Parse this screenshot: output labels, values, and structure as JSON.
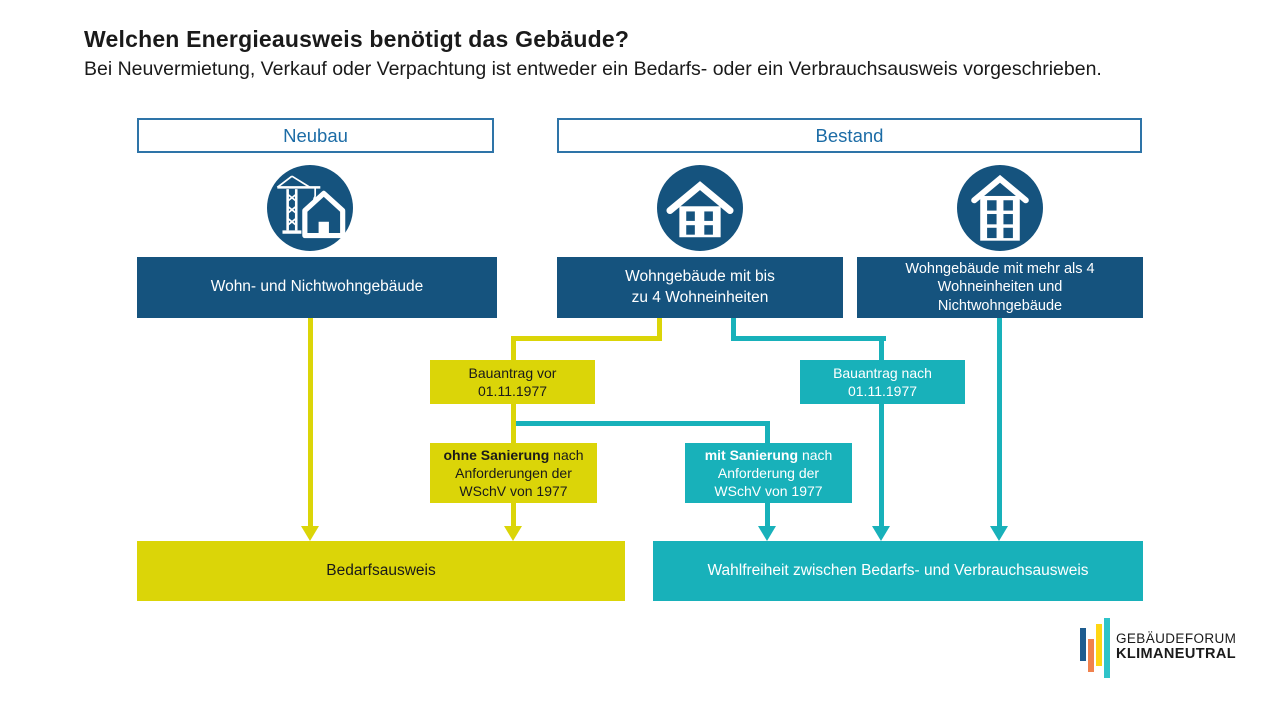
{
  "header": {
    "title": "Welchen Energieausweis benötigt das Gebäude?",
    "subtitle": "Bei Neuvermietung, Verkauf oder Verpachtung ist entweder ein Bedarfs- oder ein Verbrauchsausweis vorgeschrieben."
  },
  "category_headers": {
    "neubau": "Neubau",
    "bestand": "Bestand"
  },
  "icons": {
    "neubau": "construction-crane-house-icon",
    "bestand_small": "house-four-units-icon",
    "bestand_large": "building-many-units-icon"
  },
  "building_nodes": {
    "neubau": {
      "lines": [
        "Wohn- und Nichtwohngebäude"
      ]
    },
    "bestand_klein": {
      "lines": [
        "Wohngebäude mit bis",
        "zu 4 Wohneinheiten"
      ]
    },
    "bestand_gross": {
      "lines": [
        "Wohngebäude mit mehr als 4",
        "Wohneinheiten und",
        "Nichtwohngebäude"
      ]
    }
  },
  "condition_nodes": {
    "bauantrag_vor": {
      "lines": [
        "Bauantrag vor",
        "01.11.1977"
      ]
    },
    "bauantrag_nach": {
      "lines": [
        "Bauantrag nach",
        "01.11.1977"
      ]
    },
    "ohne_sanierung": {
      "bold": "ohne Sanierung",
      "rest": "nach",
      "lines": [
        "Anforderungen der",
        "WSchV von 1977"
      ]
    },
    "mit_sanierung": {
      "bold": "mit Sanierung",
      "rest": "nach",
      "lines": [
        "Anforderung der",
        "WSchV von 1977"
      ]
    }
  },
  "result_nodes": {
    "bedarfsausweis": "Bedarfsausweis",
    "wahlfreiheit": "Wahlfreiheit zwischen Bedarfs- und Verbrauchsausweis"
  },
  "logo": {
    "line1": "GEBÄUDEFORUM",
    "line2": "KLIMANEUTRAL"
  },
  "colors": {
    "dark_blue": "#15537E",
    "outline_blue": "#2E74A8",
    "header_text_blue": "#1C6CA6",
    "yellow": "#DBD508",
    "teal": "#18B1BA",
    "text_dark": "#1A1A1A",
    "logo_blue": "#1E5C8F",
    "logo_orange": "#F0824E",
    "logo_yellow": "#FFD613",
    "logo_teal": "#2FC4C9"
  }
}
